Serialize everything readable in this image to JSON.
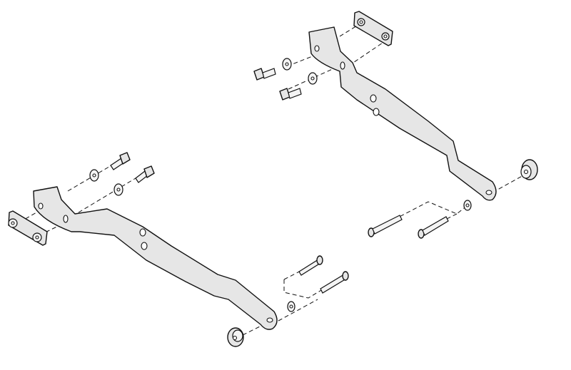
{
  "diagram": {
    "type": "exploded-view assembly",
    "colors": {
      "part_fill": "#e6e6e6",
      "outline": "#111111",
      "background": "#ffffff"
    },
    "parts": [
      "left-bracket",
      "right-bracket",
      "mounting-plates",
      "flange-bolts",
      "washers",
      "long-bolts",
      "spacers"
    ]
  }
}
